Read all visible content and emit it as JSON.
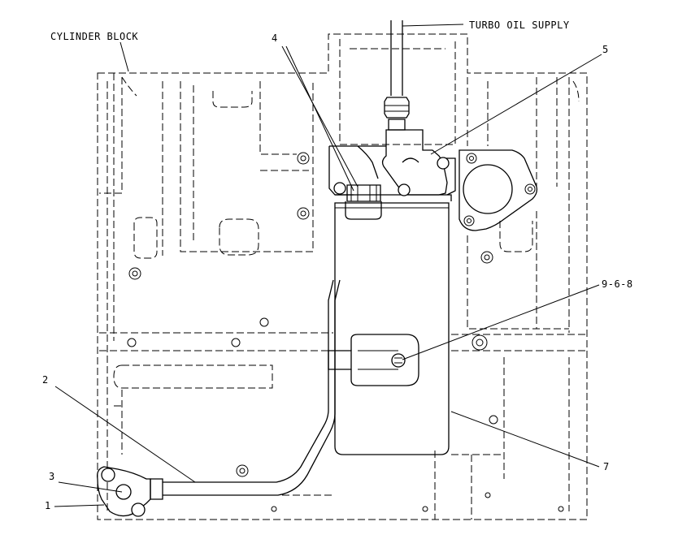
{
  "labels": {
    "cylinder_block": "CYLINDER BLOCK",
    "turbo_oil_supply": "TURBO OIL SUPPLY",
    "callout_1": "1",
    "callout_2": "2",
    "callout_3": "3",
    "callout_4": "4",
    "callout_5": "5",
    "callout_7": "7",
    "callout_9_6_8": "9-6-8"
  }
}
